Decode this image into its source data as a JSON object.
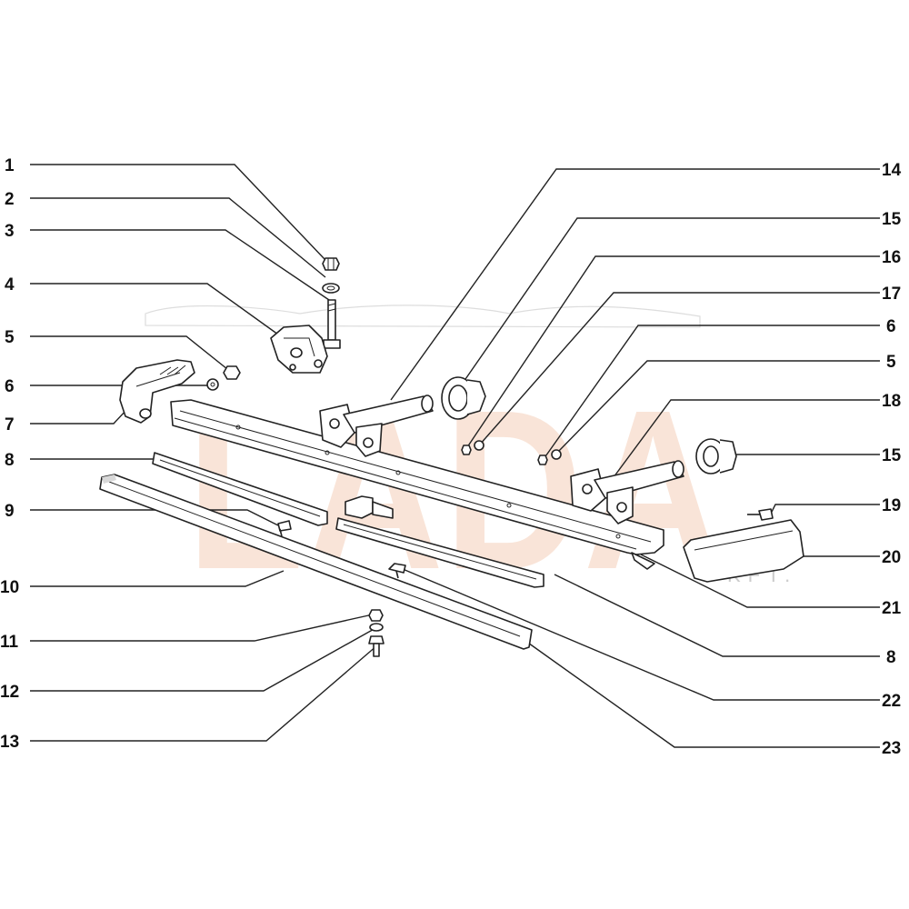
{
  "watermark": {
    "text": "LADA",
    "tail": "KFT.",
    "color": "#f7dccb"
  },
  "colors": {
    "line": "#222222",
    "label": "#111111"
  },
  "callouts_left": [
    {
      "id": "c1",
      "label": "1"
    },
    {
      "id": "c2",
      "label": "2"
    },
    {
      "id": "c3",
      "label": "3"
    },
    {
      "id": "c4",
      "label": "4"
    },
    {
      "id": "c5",
      "label": "5"
    },
    {
      "id": "c6",
      "label": "6"
    },
    {
      "id": "c7",
      "label": "7"
    },
    {
      "id": "c8",
      "label": "8"
    },
    {
      "id": "c9",
      "label": "9"
    },
    {
      "id": "c10",
      "label": "10"
    },
    {
      "id": "c11",
      "label": "11"
    },
    {
      "id": "c12",
      "label": "12"
    },
    {
      "id": "c13",
      "label": "13"
    }
  ],
  "callouts_right": [
    {
      "id": "c14",
      "label": "14"
    },
    {
      "id": "c15a",
      "label": "15"
    },
    {
      "id": "c16",
      "label": "16"
    },
    {
      "id": "c17",
      "label": "17"
    },
    {
      "id": "c6b",
      "label": "6"
    },
    {
      "id": "c5b",
      "label": "5"
    },
    {
      "id": "c18",
      "label": "18"
    },
    {
      "id": "c15b",
      "label": "15"
    },
    {
      "id": "c19",
      "label": "19"
    },
    {
      "id": "c20",
      "label": "20"
    },
    {
      "id": "c21",
      "label": "21"
    },
    {
      "id": "c8b",
      "label": "8"
    },
    {
      "id": "c22",
      "label": "22"
    },
    {
      "id": "c23",
      "label": "23"
    }
  ]
}
